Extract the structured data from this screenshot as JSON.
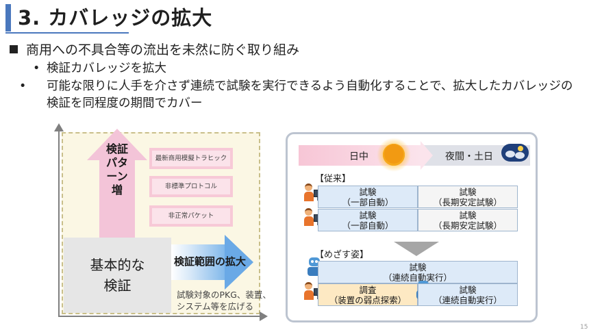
{
  "title": "3. カバレッジの拡大",
  "bullet_main": "商用への不具合等の流出を未然に防ぐ取り組み",
  "sub_bullets": [
    "検証カバレッジを拡大",
    "可能な限りに人手を介さず連続で試験を実行できるよう自動化することで、拡大したカバレッジの検証を同程度の期間でカバー"
  ],
  "sub_bullet_marker": "•",
  "left_diagram": {
    "up_arrow_label": "検証パターン増",
    "pattern_items": [
      "最新商用模擬トラヒック",
      "非標準プロトコル",
      "非正常パケット"
    ],
    "base_label_line1": "基本的な",
    "base_label_line2": "検証",
    "right_arrow_label": "検証範囲の拡大",
    "right_arrow_sub_line1": "試験対象のPKG、装置、",
    "right_arrow_sub_line2": "システム等を広げる"
  },
  "right_panel": {
    "day_label": "日中",
    "night_label": "夜間・土日",
    "conventional_label": "【従来】",
    "goal_label": "【めざす姿】",
    "conventional_rows": [
      {
        "left_line1": "試験",
        "left_line2": "（一部自動）",
        "right_line1": "試験",
        "right_line2": "（長期安定試験）"
      },
      {
        "left_line1": "試験",
        "left_line2": "（一部自動）",
        "right_line1": "試験",
        "right_line2": "（長期安定試験）"
      }
    ],
    "goal_row1": {
      "line1": "試験",
      "line2": "（連続自動実行）"
    },
    "goal_row2": {
      "left_line1": "調査",
      "left_line2": "（装置の弱点探索）",
      "right_line1": "試験",
      "right_line2": "（連続自動実行）"
    },
    "icons": [
      "sun-icon",
      "moon-cloud-icon",
      "person-at-computer-icon",
      "robot-icon",
      "down-triangle-icon"
    ]
  },
  "page_number": "15",
  "colors": {
    "accent_blue": "#4a78bd",
    "pink": "#f3c4d8",
    "light_blue_cell": "#ddeaf8",
    "orange_cell": "#fde9c3",
    "arrow_blue": "#6aa9e6"
  }
}
